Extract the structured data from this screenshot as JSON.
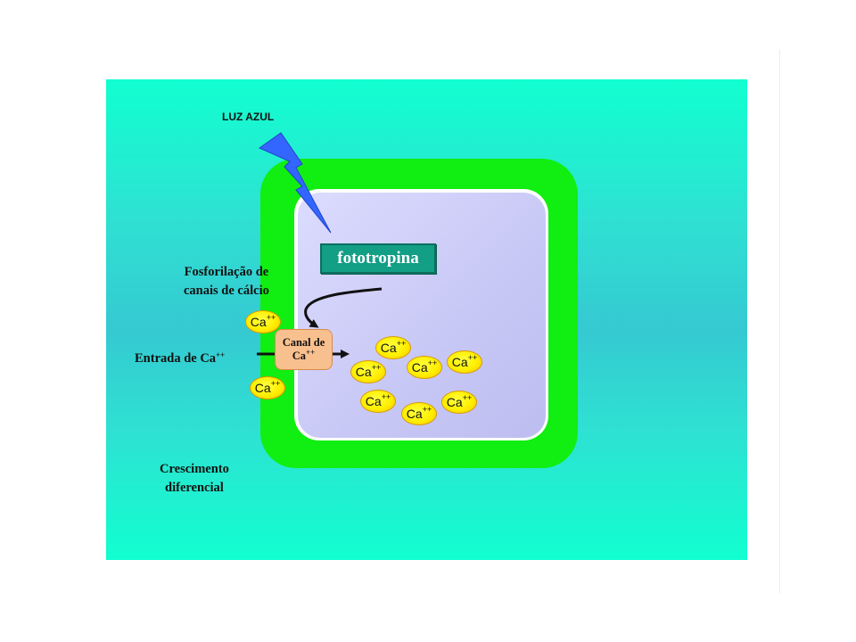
{
  "labels": {
    "light": "LUZ AZUL",
    "photoreceptor": "fototropina",
    "phosphorylation_line1": "Fosforilação de",
    "phosphorylation_line2": "canais de cálcio",
    "entry_text": "Entrada de Ca",
    "entry_sup": "++",
    "channel_line1": "Canal de",
    "channel_line2": "Ca",
    "channel_sup": "++",
    "growth_line1": "Crescimento",
    "growth_line2": "diferencial"
  },
  "ion": {
    "text": "Ca",
    "sup": "++"
  },
  "colors": {
    "background": "#11ffd0",
    "cell_wall": "#11ee11",
    "vacuole": "#c9c9f6",
    "photoreceptor_box": "#139e86",
    "lightning": "#3366ff",
    "channel": "#f9c08f",
    "ion": "#ffee00"
  },
  "icons": [
    "lightning-bolt-icon",
    "curved-arrow-icon",
    "entry-arrow-icon"
  ]
}
